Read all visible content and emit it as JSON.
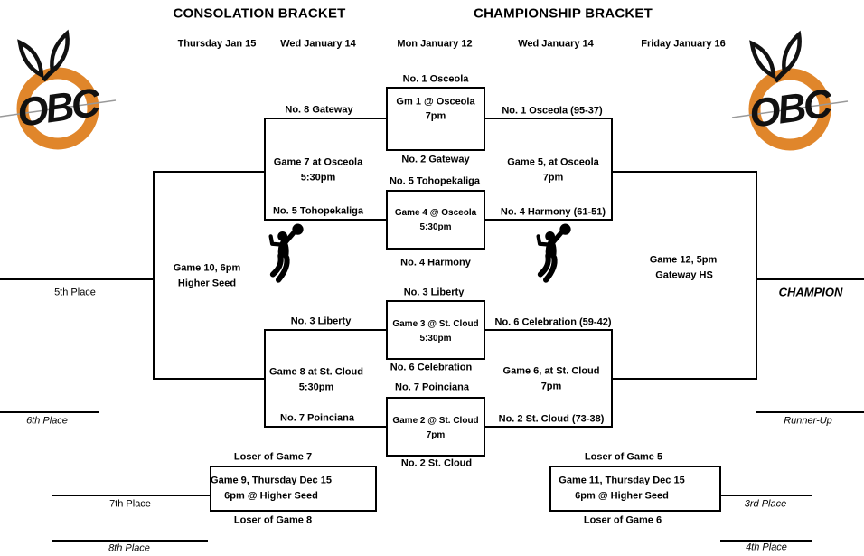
{
  "titles": {
    "consolation": "CONSOLATION BRACKET",
    "championship": "CHAMPIONSHIP BRACKET"
  },
  "dates": {
    "col1": "Thursday Jan 15",
    "col2": "Wed January 14",
    "col3": "Mon January 12",
    "col4": "Wed January 14",
    "col5": "Friday January 16"
  },
  "logo": {
    "text": "OBC",
    "orange": "#E0862B",
    "ink": "#111111"
  },
  "round1": {
    "g1": {
      "top": "No. 1 Osceola",
      "line1": "Gm 1 @ Osceola",
      "line2": "7pm",
      "bottom": "No. 2 Gateway"
    },
    "g4": {
      "top": "No. 5 Tohopekaliga",
      "line1": "Game 4 @ Osceola",
      "line2": "5:30pm",
      "bottom": "No. 4 Harmony"
    },
    "g3": {
      "top": "No. 3 Liberty",
      "line1": "Game 3 @ St. Cloud",
      "line2": "5:30pm",
      "bottom": "No. 6 Celebration"
    },
    "g2": {
      "top": "No. 7 Poinciana",
      "line1": "Game 2 @ St. Cloud",
      "line2": "7pm",
      "bottom": "No. 2 St. Cloud"
    }
  },
  "championship": {
    "g5": {
      "top": "No. 1 Osceola (95-37)",
      "line1": "Game 5, at Osceola",
      "line2": "7pm",
      "bottom": "No. 4 Harmony (61-51)"
    },
    "g6": {
      "top": "No. 6 Celebration (59-42)",
      "line1": "Game 6, at St. Cloud",
      "line2": "7pm",
      "bottom": "No. 2 St. Cloud (73-38)"
    },
    "g12": {
      "line1": "Game 12, 5pm",
      "line2": "Gateway HS"
    },
    "champion": "CHAMPION",
    "runner_up": "Runner-Up",
    "g11": {
      "top": "Loser of Game 5",
      "line1": "Game 11, Thursday Dec 15",
      "line2": "6pm @ Higher Seed",
      "bottom": "Loser of Game 6"
    },
    "third_place": "3rd Place",
    "fourth_place": "4th Place"
  },
  "consolation": {
    "g7": {
      "top": "No. 8 Gateway",
      "line1": "Game 7 at Osceola",
      "line2": "5:30pm",
      "bottom": "No. 5 Tohopekaliga"
    },
    "g8": {
      "top": "No. 3 Liberty",
      "line1": "Game 8 at St. Cloud",
      "line2": "5:30pm",
      "bottom": "No. 7 Poinciana"
    },
    "g10": {
      "line1": "Game 10, 6pm",
      "line2": "Higher Seed"
    },
    "g9": {
      "top": "Loser of Game 7",
      "line1": "Game 9, Thursday Dec 15",
      "line2": "6pm @ Higher Seed",
      "bottom": "Loser of Game 8"
    },
    "fifth_place": "5th Place",
    "sixth_place": "6th Place",
    "seventh_place": "7th Place",
    "eighth_place": "8th Place"
  }
}
